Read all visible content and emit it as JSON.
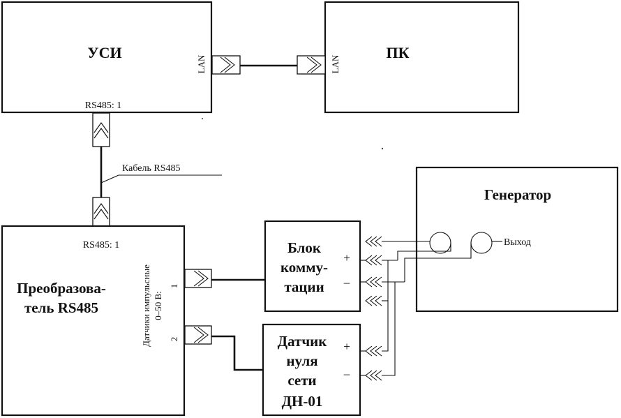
{
  "blocks": {
    "usi": {
      "title": "УСИ",
      "lan_label": "LAN",
      "port_label": "RS485: 1"
    },
    "pc": {
      "title": "ПК",
      "lan_label": "LAN"
    },
    "converter": {
      "title_lines": [
        "Преобразова-",
        "тель RS485"
      ],
      "port_label": "RS485: 1",
      "sensors_label_lines": [
        "Датчики импульсные",
        "0–50 В:"
      ],
      "channel_1": "1",
      "channel_2": "2"
    },
    "switch_unit": {
      "title_lines": [
        "Блок",
        "комму-",
        "тации"
      ],
      "plus": "+",
      "minus": "–"
    },
    "zero_sensor": {
      "title_lines": [
        "Датчик",
        "нуля",
        "сети",
        "ДН-01"
      ],
      "plus": "+",
      "minus": "–"
    },
    "generator": {
      "title": "Генератор",
      "output_label": "Выход"
    }
  },
  "cable_label": "Кабель RS485"
}
